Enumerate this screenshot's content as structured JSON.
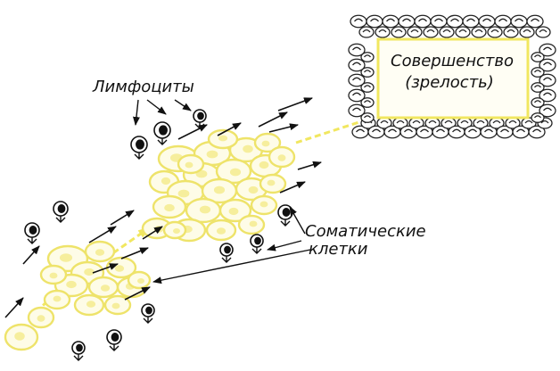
{
  "labels": {
    "lymphocytes": "Лимфоциты",
    "somatic_line1": "Соматические",
    "somatic_line2": "клетки",
    "box_line1": "Совершенство",
    "box_line2": "(зрелость)"
  },
  "colors": {
    "cell_outline": "#eee36a",
    "cell_fill": "#fefce7",
    "nucleus": "#f6ee9c",
    "ink": "#111111",
    "flow_arrow": "#f1e760"
  }
}
